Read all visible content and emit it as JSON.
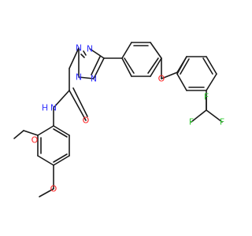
{
  "molecule": {
    "atoms": [
      {
        "id": "n_tz1",
        "label": "N",
        "color": "#3333ff"
      },
      {
        "id": "n_tz2",
        "label": "N",
        "color": "#3333ff"
      },
      {
        "id": "n_tz3",
        "label": "N",
        "color": "#3333ff"
      },
      {
        "id": "n_tz4",
        "label": "N",
        "color": "#3333ff"
      },
      {
        "id": "o_carbonyl",
        "label": "O",
        "color": "#ff2020"
      },
      {
        "id": "n_amide",
        "label": "N",
        "color": "#3333ff"
      },
      {
        "id": "h_amide",
        "label": "H",
        "color": "#3333ff"
      },
      {
        "id": "o_ether",
        "label": "O",
        "color": "#ff2020"
      },
      {
        "id": "o_ome1",
        "label": "O",
        "color": "#ff2020"
      },
      {
        "id": "o_ome2",
        "label": "O",
        "color": "#ff2020"
      },
      {
        "id": "f1",
        "label": "F",
        "color": "#33cc33"
      },
      {
        "id": "f2",
        "label": "F",
        "color": "#33cc33"
      },
      {
        "id": "f3",
        "label": "F",
        "color": "#33cc33"
      }
    ],
    "colors": {
      "bond": "#1a1a1a",
      "nitrogen": "#3333ff",
      "oxygen": "#ff2020",
      "fluorine": "#33cc33"
    }
  }
}
